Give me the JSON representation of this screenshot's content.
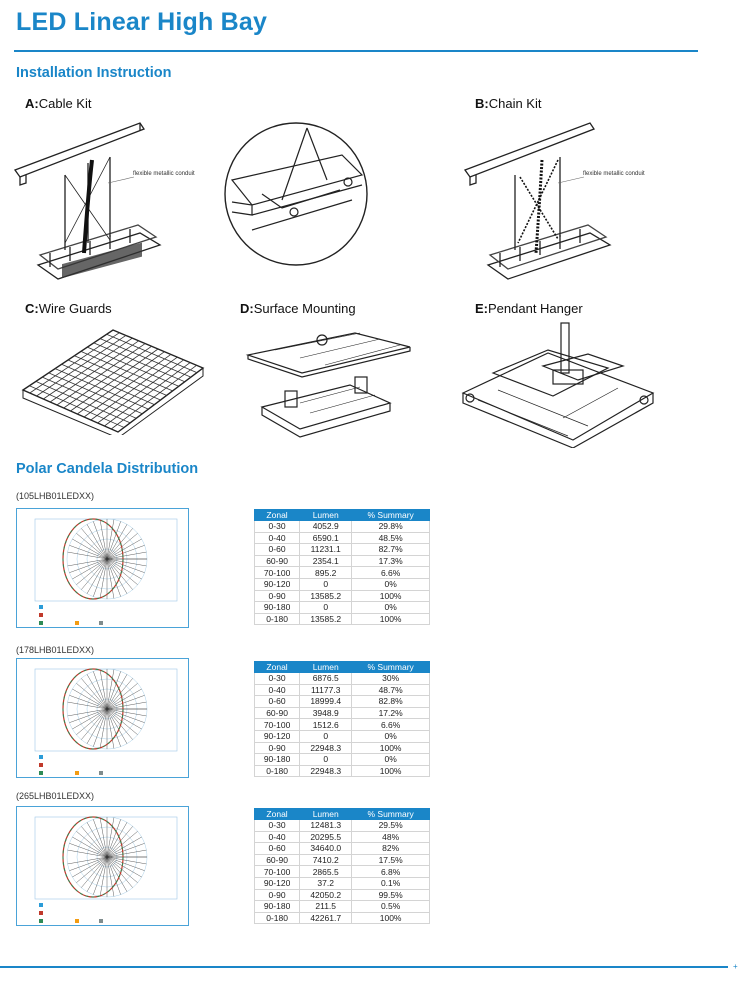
{
  "title": "LED Linear High Bay",
  "sections": {
    "install": "Installation Instruction",
    "polar": "Polar Candela Distribution"
  },
  "kits": [
    {
      "letter": "A:",
      "name": "Cable Kit",
      "note": "flexible metallic conduit"
    },
    {
      "letter": "B:",
      "name": "Chain Kit",
      "note": "flexible metallic conduit"
    },
    {
      "letter": "C:",
      "name": "Wire Guards"
    },
    {
      "letter": "D:",
      "name": "Surface Mounting"
    },
    {
      "letter": "E:",
      "name": "Pendant Hanger"
    }
  ],
  "columns": [
    "Zonal",
    "Lumen",
    "% Summary"
  ],
  "tables": [
    {
      "model": "(105LHB01LEDXX)",
      "rows": [
        [
          "0-30",
          "4052.9",
          "29.8%"
        ],
        [
          "0-40",
          "6590.1",
          "48.5%"
        ],
        [
          "0-60",
          "11231.1",
          "82.7%"
        ],
        [
          "60-90",
          "2354.1",
          "17.3%"
        ],
        [
          "70-100",
          "895.2",
          "6.6%"
        ],
        [
          "90-120",
          "0",
          "0%"
        ],
        [
          "0-90",
          "13585.2",
          "100%"
        ],
        [
          "90-180",
          "0",
          "0%"
        ],
        [
          "0-180",
          "13585.2",
          "100%"
        ]
      ]
    },
    {
      "model": "(178LHB01LEDXX)",
      "rows": [
        [
          "0-30",
          "6876.5",
          "30%"
        ],
        [
          "0-40",
          "11177.3",
          "48.7%"
        ],
        [
          "0-60",
          "18999.4",
          "82.8%"
        ],
        [
          "60-90",
          "3948.9",
          "17.2%"
        ],
        [
          "70-100",
          "1512.6",
          "6.6%"
        ],
        [
          "90-120",
          "0",
          "0%"
        ],
        [
          "0-90",
          "22948.3",
          "100%"
        ],
        [
          "90-180",
          "0",
          "0%"
        ],
        [
          "0-180",
          "22948.3",
          "100%"
        ]
      ]
    },
    {
      "model": "(265LHB01LEDXX)",
      "rows": [
        [
          "0-30",
          "12481.3",
          "29.5%"
        ],
        [
          "0-40",
          "20295.5",
          "48%"
        ],
        [
          "0-60",
          "34640.0",
          "82%"
        ],
        [
          "60-90",
          "7410.2",
          "17.5%"
        ],
        [
          "70-100",
          "2865.5",
          "6.8%"
        ],
        [
          "90-120",
          "37.2",
          "0.1%"
        ],
        [
          "0-90",
          "42050.2",
          "99.5%"
        ],
        [
          "90-180",
          "211.5",
          "0.5%"
        ],
        [
          "0-180",
          "42261.7",
          "100%"
        ]
      ]
    }
  ],
  "colors": {
    "accent": "#1a86c8",
    "curve_red": "#c0392b",
    "curve_green": "#2e8b57"
  }
}
